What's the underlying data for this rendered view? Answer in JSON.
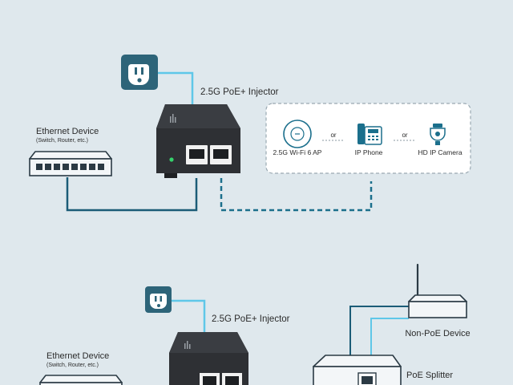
{
  "top_diagram": {
    "injector_label": "2.5G PoE+ Injector",
    "ethernet_device": {
      "title": "Ethernet Device",
      "subtitle": "(Switch, Router, etc.)"
    },
    "powered_devices": [
      {
        "label": "2.5G Wi-Fi 6 AP",
        "icon": "ceiling-access-point-icon"
      },
      {
        "label": "IP Phone",
        "icon": "ip-phone-icon"
      },
      {
        "label": "HD IP Camera",
        "icon": "speed-dome-camera-icon"
      }
    ],
    "separator": "or"
  },
  "bottom_diagram": {
    "injector_label": "2.5G PoE+ Injector",
    "ethernet_device": {
      "title": "Ethernet Device",
      "subtitle": "(Switch, Router, etc.)"
    },
    "non_poe_label": "Non-PoE Device",
    "splitter_label": "PoE Splitter"
  },
  "colors": {
    "background": "#dfe8ed",
    "power_line": "#5fc7e8",
    "data_line": "#1b5c77",
    "poe_line": "#1b6f8c",
    "outlet_bg": "#2d6479",
    "injector_body": "#2e3034",
    "status_led": "#35d26c"
  }
}
